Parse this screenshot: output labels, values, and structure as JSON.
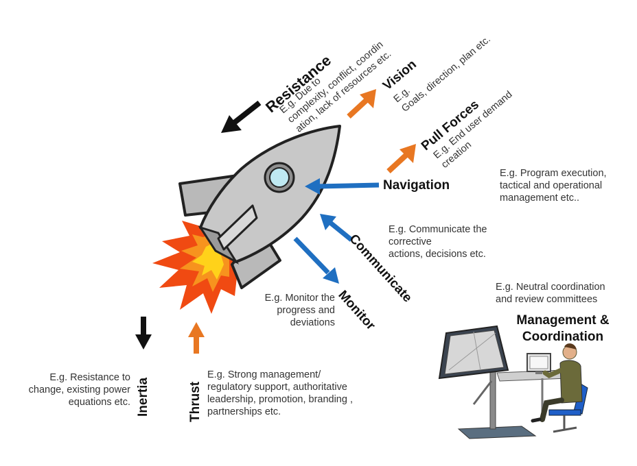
{
  "forces": {
    "resistance": {
      "title": "Resistance",
      "desc_lines": [
        "E.g. Due to",
        "complexity, conflict, coordin",
        "ation, lack of resources etc."
      ]
    },
    "vision": {
      "title": "Vision",
      "desc_lines": [
        "E.g.",
        "Goals, direction, plan etc."
      ]
    },
    "pull_forces": {
      "title": "Pull Forces",
      "desc_lines": [
        "E.g. End user demand",
        "creation"
      ]
    },
    "navigation": {
      "title": "Navigation",
      "desc_lines": [
        "E.g. Program execution,",
        "tactical and operational",
        "management etc.."
      ]
    },
    "communicate": {
      "title": "Communicate",
      "desc_lines": [
        "E.g. Communicate the",
        "corrective",
        "actions, decisions etc."
      ]
    },
    "monitor": {
      "title": "Monitor",
      "desc_lines": [
        "E.g. Monitor the",
        "progress and",
        "deviations"
      ]
    },
    "management": {
      "title_lines": [
        "Management &",
        "Coordination"
      ],
      "desc_lines": [
        "E.g. Neutral coordination",
        "and review committees"
      ]
    },
    "inertia": {
      "title": "Inertia",
      "desc_lines": [
        "E.g. Resistance to",
        "change,  existing power",
        "equations etc."
      ]
    },
    "thrust": {
      "title": "Thrust",
      "desc_lines": [
        "E.g. Strong management/",
        "regulatory support, authoritative",
        "leadership, promotion, branding ,",
        "partnerships etc."
      ]
    }
  },
  "colors": {
    "push_arrow": "#e87722",
    "steer_arrow": "#1f6fc1",
    "resist_arrow": "#111111",
    "rocket_body": "#c8c8c8",
    "window": "#bfe9f2",
    "flame_outer": "#f04a12",
    "flame_inner": "#ffd21a"
  },
  "icons": [
    "rocket-icon",
    "flame-icon",
    "operator-workstation-icon"
  ]
}
